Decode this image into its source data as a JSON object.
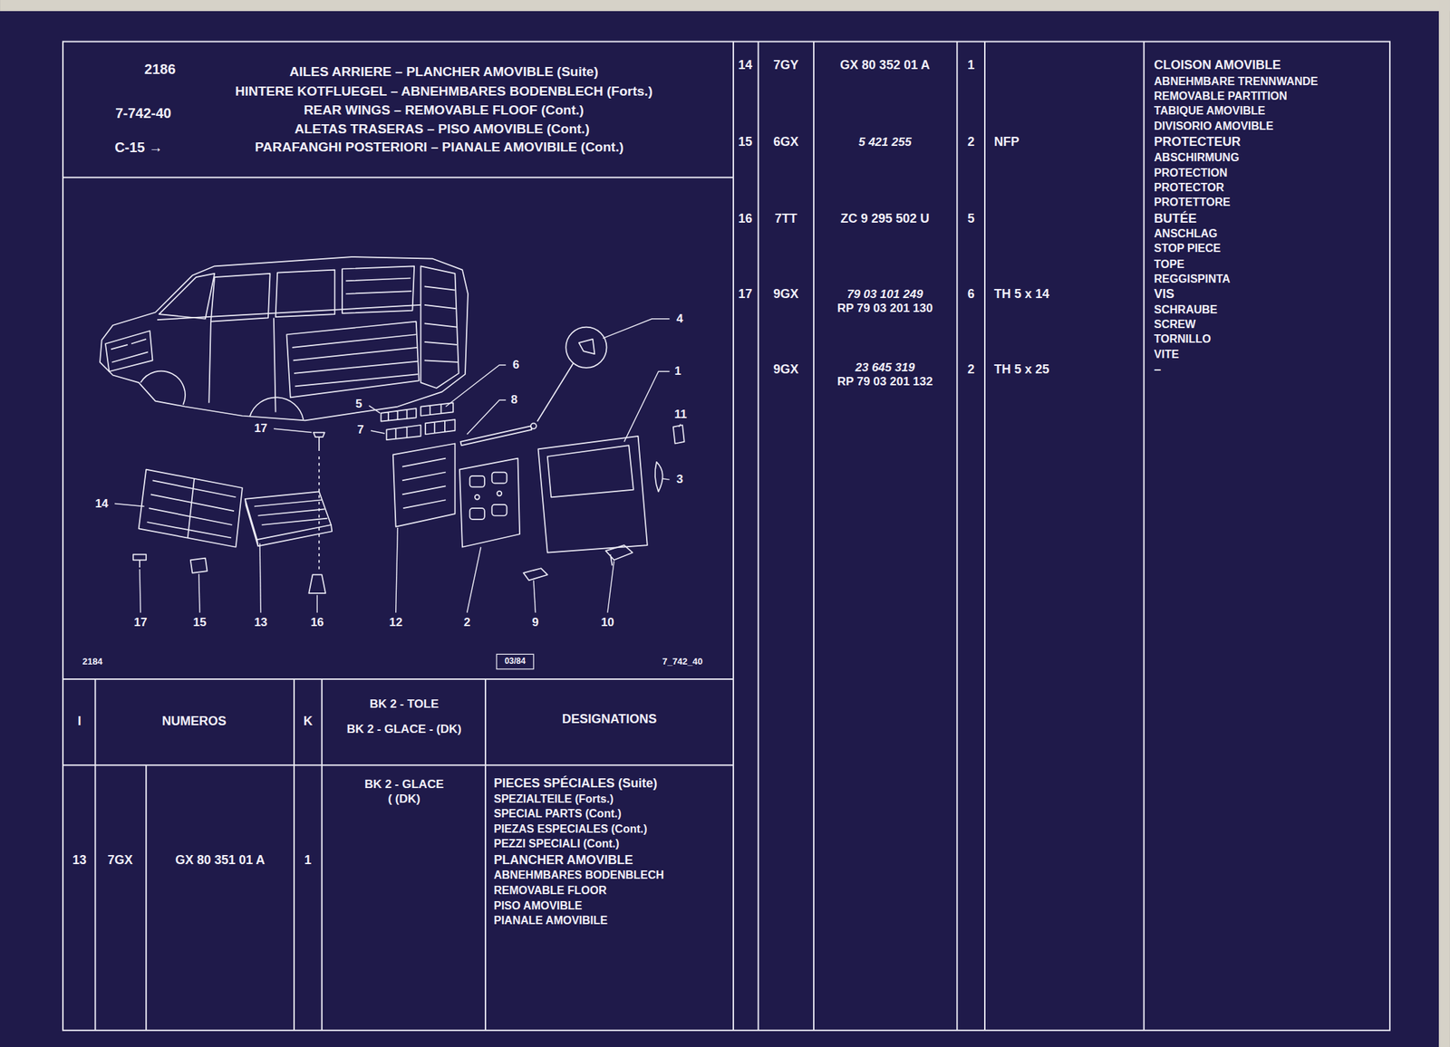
{
  "diagram": {
    "title": "AILES ARRIERE – PLANCHER AMOVIBLE (Suite)",
    "nodes": [
      {
        "text": [
          "2186",
          "7-742-40",
          "C-15 →",
          "HINTERE KOTFLUEGEL – ABNEHMBARES BODENBLECH (Forts.)",
          "REAR WINGS – REMOVABLE FLOOF (Cont.)",
          "ALETAS TRASERAS – PISO AMOVIBLE (Cont.)",
          "PARAFANGHI POSTERIORI – PIANALE AMOVIBILE (Cont.)"
        ]
      }
    ],
    "labels": [
      "4",
      "1",
      "6",
      "8",
      "5",
      "7",
      "17",
      "11",
      "3",
      "14",
      "17",
      "15",
      "13",
      "16",
      "12",
      "2",
      "9",
      "10",
      "2184",
      "03/84",
      "7_742_40",
      "I",
      "NUMEROS",
      "K",
      "BK 2 - TOLE",
      "BK 2 - GLACE - (DK)",
      "DESIGNATIONS",
      "BK 2 - GLACE",
      "( (DK)",
      "PIECES SPÉCIALES (Suite)",
      "SPEZIALTEILE (Forts.)",
      "SPECIAL PARTS (Cont.)",
      "PIEZAS ESPECIALES (Cont.)",
      "PEZZI SPECIALI (Cont.)",
      "13",
      "7GX",
      "GX 80 351 01 A",
      "1",
      "PLANCHER AMOVIBLE",
      "ABNEHMBARES BODENBLECH",
      "REMOVABLE FLOOR",
      "PISO AMOVIBLE",
      "PIANALE AMOVIBILE",
      "14",
      "7GY",
      "GX 80 352 01 A",
      "1",
      "CLOISON AMOVIBLE",
      "ABNEHMBARE TRENNWANDE",
      "REMOVABLE PARTITION",
      "TABIQUE AMOVIBLE",
      "DIVISORIO AMOVIBLE",
      "15",
      "6GX",
      "5 421 255",
      "2",
      "NFP",
      "PROTECTEUR",
      "ABSCHIRMUNG",
      "PROTECTION",
      "PROTECTOR",
      "PROTETTORE",
      "16",
      "7TT",
      "ZC 9 295 502 U",
      "5",
      "BUTÉE",
      "ANSCHLAG",
      "STOP PIECE",
      "TOPE",
      "REGGISPINTA",
      "17",
      "9GX",
      "79 03 101 249",
      "RP 79 03 201 130",
      "6",
      "TH 5 x 14",
      "VIS",
      "SCHRAUBE",
      "SCREW",
      "TORNILLO",
      "VITE",
      "9GX",
      "23 645 319",
      "RP 79 03 201 132",
      "2",
      "TH 5 x 25",
      "–"
    ]
  }
}
